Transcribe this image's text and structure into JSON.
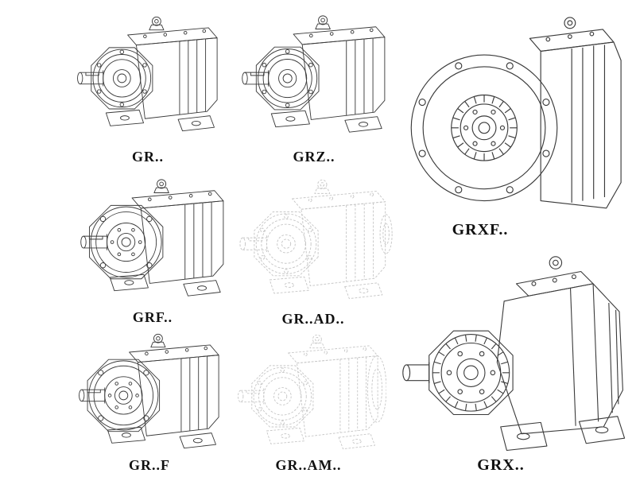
{
  "colors": {
    "ink": "#3a3a3a",
    "ghost": "#c7c7c7",
    "label": "#111111",
    "background": "#ffffff"
  },
  "items": [
    {
      "id": "gr",
      "label": "GR..",
      "variant": "foot",
      "ghost": false
    },
    {
      "id": "grz",
      "label": "GRZ..",
      "variant": "foot",
      "ghost": false
    },
    {
      "id": "grxf",
      "label": "GRXF..",
      "variant": "grxf",
      "ghost": false
    },
    {
      "id": "grf",
      "label": "GRF..",
      "variant": "flange",
      "ghost": false
    },
    {
      "id": "gr-ad",
      "label": "GR..AD..",
      "variant": "foot-adapter",
      "ghost": true
    },
    {
      "id": "gr-f",
      "label": "GR..F",
      "variant": "flange",
      "ghost": false
    },
    {
      "id": "gr-am",
      "label": "GR..AM..",
      "variant": "flange-rear",
      "ghost": true
    },
    {
      "id": "grx",
      "label": "GRX..",
      "variant": "grx",
      "ghost": false
    }
  ]
}
